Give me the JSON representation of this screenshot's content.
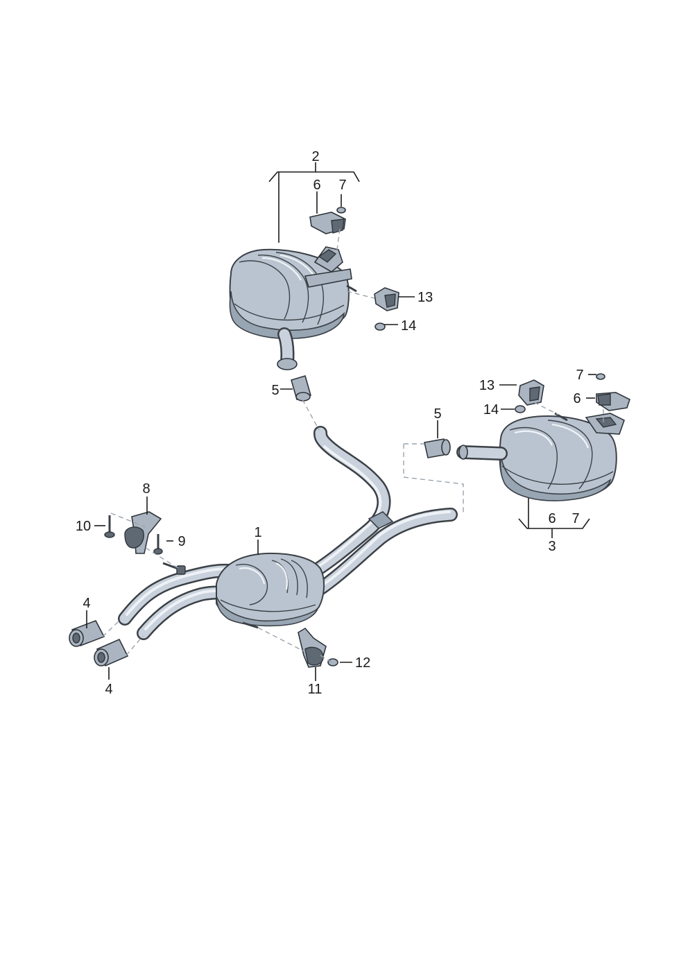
{
  "callouts": {
    "n1": "1",
    "n2": "2",
    "n3": "3",
    "n4a": "4",
    "n4b": "4",
    "n5a": "5",
    "n5b": "5",
    "n6a": "6",
    "n6b": "6",
    "n6c": "6",
    "n7a": "7",
    "n7b": "7",
    "n7c": "7",
    "n8": "8",
    "n9": "9",
    "n10": "10",
    "n11": "11",
    "n12": "12",
    "n13a": "13",
    "n13b": "13",
    "n14a": "14",
    "n14b": "14"
  },
  "colors": {
    "metal": "#b9c4d0",
    "outline": "#3b4046",
    "dashed_connector": "#9aa3ad"
  }
}
